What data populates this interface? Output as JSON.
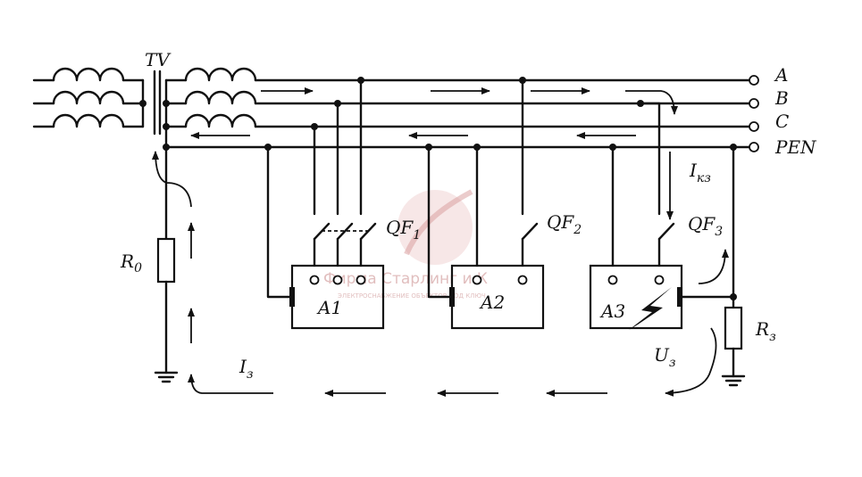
{
  "transformer": {
    "label": "TV"
  },
  "phases": {
    "a": "A",
    "b": "B",
    "c": "C",
    "pen": "PEN"
  },
  "breakers": [
    {
      "name": "QF",
      "sub": "1"
    },
    {
      "name": "QF",
      "sub": "2"
    },
    {
      "name": "QF",
      "sub": "3"
    }
  ],
  "loads": [
    "A1",
    "A2",
    "A3"
  ],
  "resistors": {
    "r0": {
      "name": "R",
      "sub": "0"
    },
    "rz": {
      "name": "R",
      "sub": "з"
    }
  },
  "currents": {
    "ikz": {
      "name": "I",
      "sub": "кз"
    },
    "iz": {
      "name": "I",
      "sub": "з"
    }
  },
  "voltage": {
    "name": "U",
    "sub": "з"
  },
  "watermark": {
    "line1": "Фирма Старлинг и К",
    "line2": "ЭЛЕКТРОСНАБЖЕНИЕ ОБЪЕКТОВ ПОД КЛЮЧ"
  },
  "colors": {
    "ink": "#111111",
    "watermark": "#c98a8a"
  }
}
